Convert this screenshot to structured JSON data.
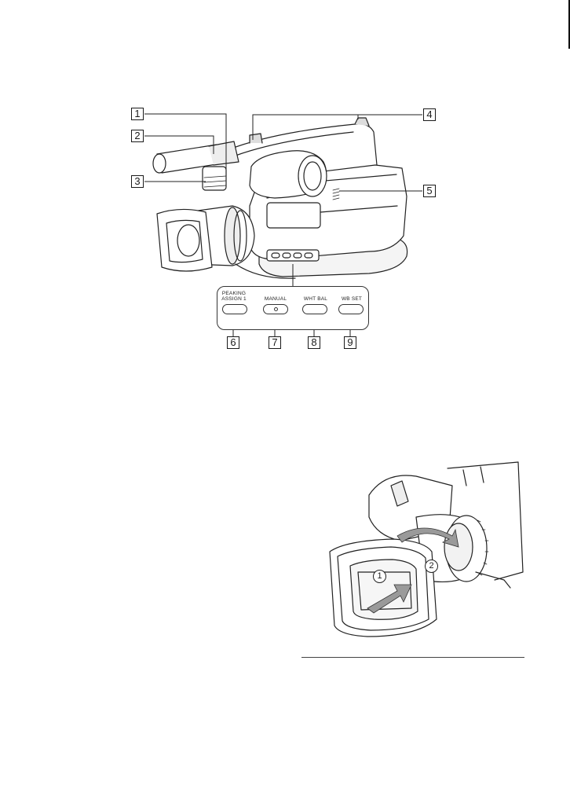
{
  "callouts": {
    "c1": "1",
    "c2": "2",
    "c3": "3",
    "c4": "4",
    "c5": "5",
    "c6": "6",
    "c7": "7",
    "c8": "8",
    "c9": "9"
  },
  "button_panel": {
    "b6_line1": "PEAKING",
    "b6_line2": "ASSIGN 1",
    "b7": "MANUAL",
    "b8": "WHT BAL",
    "b9": "WB SET"
  },
  "lens_hood_steps": {
    "step1": "1",
    "step2": "2"
  },
  "icons": [
    "camcorder-illustration",
    "lens-hood-illustration",
    "push-arrow-icon",
    "rotate-arrow-icon"
  ]
}
